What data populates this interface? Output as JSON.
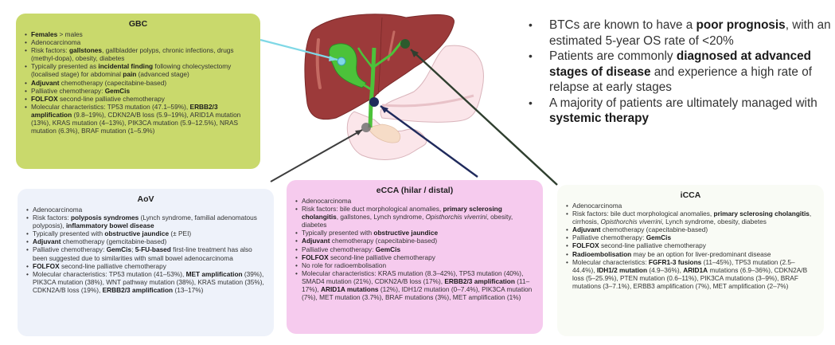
{
  "colors": {
    "gbc_box": "#c9d96c",
    "aov_box": "#eef2fa",
    "ecca_box": "#f6cbee",
    "icca_box": "#f9fbf5",
    "liver": "#9c3a3a",
    "gallbladder": "#4cc23a",
    "arrow_gbc": "#7fd8e6",
    "arrow_dark": "#2f3f2f",
    "arrow_navy": "#1f2a5c"
  },
  "summary": [
    {
      "parts": [
        {
          "t": "BTCs are known to have a "
        },
        {
          "t": "poor prognosis",
          "b": true
        },
        {
          "t": ", with an estimated 5-year OS rate of <20%"
        }
      ]
    },
    {
      "parts": [
        {
          "t": "Patients are commonly "
        },
        {
          "t": "diagnosed at advanced stages of disease",
          "b": true
        },
        {
          "t": " and experience a high rate of relapse at early stages"
        }
      ]
    },
    {
      "parts": [
        {
          "t": "A majority of patients are ultimately managed with "
        },
        {
          "t": "systemic therapy",
          "b": true
        }
      ]
    }
  ],
  "boxes": {
    "gbc": {
      "title": "GBC",
      "items": [
        [
          {
            "t": "Females",
            "b": true
          },
          {
            "t": " > males"
          }
        ],
        [
          {
            "t": "Adenocarcinoma"
          }
        ],
        [
          {
            "t": "Risk factors: "
          },
          {
            "t": "gallstones",
            "b": true
          },
          {
            "t": ", gallbladder polyps, chronic infections, drugs (methyl-dopa), obesity, diabetes"
          }
        ],
        [
          {
            "t": "Typically presented as "
          },
          {
            "t": "incidental finding",
            "b": true
          },
          {
            "t": " following cholecystectomy (localised stage) for abdominal "
          },
          {
            "t": "pain",
            "b": true
          },
          {
            "t": " (advanced stage)"
          }
        ],
        [
          {
            "t": "Adjuvant",
            "b": true
          },
          {
            "t": " chemotherapy (capecitabine-based)"
          }
        ],
        [
          {
            "t": "Palliative chemotherapy: "
          },
          {
            "t": "GemCis",
            "b": true
          }
        ],
        [
          {
            "t": "FOLFOX",
            "b": true
          },
          {
            "t": " second-line palliative chemotherapy"
          }
        ],
        [
          {
            "t": "Molecular characteristics: TP53 mutation (47.1–59%), "
          },
          {
            "t": "ERBB2/3 amplification",
            "b": true
          },
          {
            "t": " (9.8–19%), CDKN2A/B loss (5.9–19%), ARID1A mutation (13%), KRAS mutation (4–13%), PIK3CA mutation (5.9–12.5%), NRAS mutation (6.3%), BRAF mutation (1–5.9%)"
          }
        ]
      ]
    },
    "aov": {
      "title": "AoV",
      "items": [
        [
          {
            "t": "Adenocarcinoma"
          }
        ],
        [
          {
            "t": "Risk factors: "
          },
          {
            "t": "polyposis syndromes",
            "b": true
          },
          {
            "t": " (Lynch syndrome, familial adenomatous polyposis), "
          },
          {
            "t": "inflammatory bowel disease",
            "b": true
          }
        ],
        [
          {
            "t": "Typically presented with "
          },
          {
            "t": "obstructive jaundice",
            "b": true
          },
          {
            "t": " (± PEI)"
          }
        ],
        [
          {
            "t": "Adjuvant",
            "b": true
          },
          {
            "t": " chemotherapy (gemcitabine-based)"
          }
        ],
        [
          {
            "t": "Palliative chemotherapy: "
          },
          {
            "t": "GemCis",
            "b": true
          },
          {
            "t": "; "
          },
          {
            "t": "5-FU-based",
            "b": true
          },
          {
            "t": " first-line treatment has also been suggested due to similarities with small bowel adenocarcinoma"
          }
        ],
        [
          {
            "t": "FOLFOX",
            "b": true
          },
          {
            "t": " second-line palliative chemotherapy"
          }
        ],
        [
          {
            "t": "Molecular characteristics: TP53 mutation (41–53%), "
          },
          {
            "t": "MET amplification",
            "b": true
          },
          {
            "t": " (39%), PIK3CA mutation (38%), WNT pathway mutation (38%), KRAS mutation (35%), CDKN2A/B loss (19%), "
          },
          {
            "t": "ERBB2/3 amplification",
            "b": true
          },
          {
            "t": " (13–17%)"
          }
        ]
      ]
    },
    "ecca": {
      "title": "eCCA (hilar / distal)",
      "items": [
        [
          {
            "t": "Adenocarcinoma"
          }
        ],
        [
          {
            "t": "Risk factors: bile duct morphological anomalies, "
          },
          {
            "t": "primary sclerosing cholangitis",
            "b": true
          },
          {
            "t": ", gallstones, Lynch syndrome, "
          },
          {
            "t": "Opisthorchis viverrini",
            "i": true
          },
          {
            "t": ", obesity, diabetes"
          }
        ],
        [
          {
            "t": "Typically presented with "
          },
          {
            "t": "obstructive jaundice",
            "b": true
          }
        ],
        [
          {
            "t": "Adjuvant",
            "b": true
          },
          {
            "t": " chemotherapy (capecitabine-based)"
          }
        ],
        [
          {
            "t": "Palliative chemotherapy: "
          },
          {
            "t": "GemCis",
            "b": true
          }
        ],
        [
          {
            "t": "FOLFOX",
            "b": true
          },
          {
            "t": " second-line palliative chemotherapy"
          }
        ],
        [
          {
            "t": "No role for radioembolisation"
          }
        ],
        [
          {
            "t": "Molecular characteristics: KRAS mutation (8.3–42%), TP53 mutation (40%), SMAD4 mutation (21%), CDKN2A/B loss (17%), "
          },
          {
            "t": "ERBB2/3 amplification",
            "b": true
          },
          {
            "t": " (11–17%), "
          },
          {
            "t": "ARID1A mutations",
            "b": true
          },
          {
            "t": " (12%), IDH1/2 mutation (0–7.4%), PIK3CA mutation (7%), MET mutation (3.7%), BRAF mutations (3%), MET amplification (1%)"
          }
        ]
      ]
    },
    "icca": {
      "title": "iCCA",
      "items": [
        [
          {
            "t": "Adenocarcinoma"
          }
        ],
        [
          {
            "t": "Risk factors: bile duct morphological anomalies, "
          },
          {
            "t": "primary sclerosing cholangitis",
            "b": true
          },
          {
            "t": ", cirrhosis, "
          },
          {
            "t": "Opisthorchis viverrini",
            "i": true
          },
          {
            "t": ", Lynch syndrome, obesity, diabetes"
          }
        ],
        [
          {
            "t": "Adjuvant",
            "b": true
          },
          {
            "t": " chemotherapy (capecitabine-based)"
          }
        ],
        [
          {
            "t": "Palliative chemotherapy: "
          },
          {
            "t": "GemCis",
            "b": true
          }
        ],
        [
          {
            "t": "FOLFOX",
            "b": true
          },
          {
            "t": " second-line palliative chemotherapy"
          }
        ],
        [
          {
            "t": "Radioembolisation",
            "b": true
          },
          {
            "t": " may be an option for liver-predominant disease"
          }
        ],
        [
          {
            "t": "Molecular characteristics: "
          },
          {
            "t": "FGFR1-3 fusions",
            "b": true
          },
          {
            "t": " (11–45%), TP53 mutation (2.5–44.4%), "
          },
          {
            "t": "IDH1/2 mutation",
            "b": true
          },
          {
            "t": " (4.9–36%), "
          },
          {
            "t": "ARID1A",
            "b": true
          },
          {
            "t": " mutations (6.9–36%), CDKN2A/B loss (5–25.9%), PTEN mutation (0.6–11%), PIK3CA mutations (3–9%), BRAF mutations (3–7.1%), ERBB3 amplification (7%), MET amplification (2–7%)"
          }
        ]
      ]
    }
  }
}
